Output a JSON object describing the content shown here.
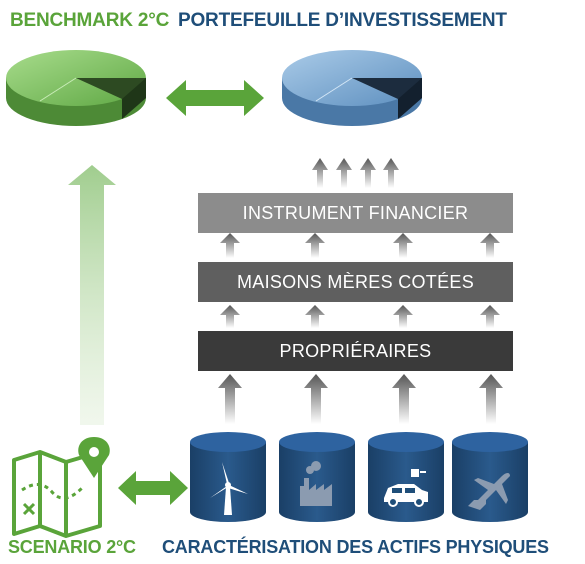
{
  "labels": {
    "benchmark": "BENCHMARK 2°C",
    "portfolio": "PORTEFEUILLE D’INVESTISSEMENT",
    "scenario": "SCENARIO 2°C",
    "physical_assets": "CARACTÉRISATION DES ACTIFS PHYSIQUES"
  },
  "layers": [
    {
      "label": "INSTRUMENT FINANCIER",
      "color": "#8c8c8c"
    },
    {
      "label": "MAISONS MÈRES COTÉES",
      "color": "#5f5f5f"
    },
    {
      "label": "PROPRIÉRAIRES",
      "color": "#3a3a3a"
    }
  ],
  "assets": [
    {
      "icon": "wind-turbine-icon"
    },
    {
      "icon": "factory-icon"
    },
    {
      "icon": "electric-car-icon"
    },
    {
      "icon": "airplane-icon"
    }
  ],
  "colors": {
    "green": "#5aa43a",
    "blue": "#1f4e79",
    "cylinder": "#1f4e79"
  }
}
